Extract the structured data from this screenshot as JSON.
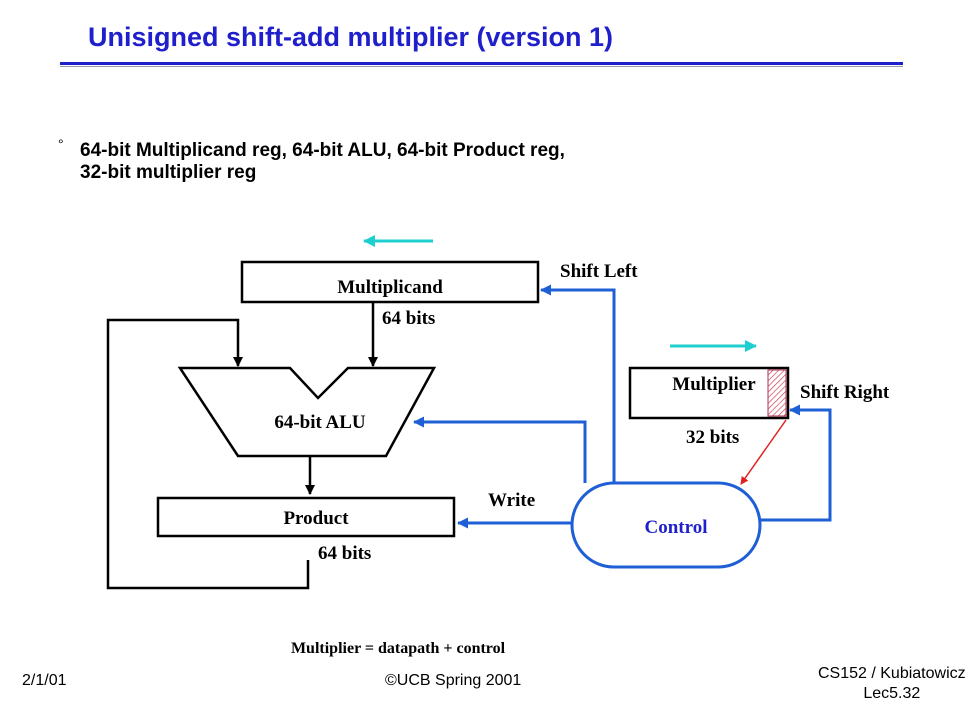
{
  "title": "Unisigned shift-add multiplier (version 1)",
  "bullet": {
    "mark": "°",
    "line1": "64-bit Multiplicand reg, 64-bit ALU, 64-bit Product reg,",
    "line2": "32-bit multiplier reg"
  },
  "diagram": {
    "multiplicand_label": "Multiplicand",
    "multiplicand_width": "64 bits",
    "alu_label": "64-bit ALU",
    "product_label": "Product",
    "product_width": "64 bits",
    "multiplier_label": "Multiplier",
    "multiplier_width": "32 bits",
    "control_label": "Control",
    "shift_left": "Shift Left",
    "shift_right": "Shift Right",
    "write": "Write",
    "caption": "Multiplier = datapath + control"
  },
  "colors": {
    "title": "#1f1fcc",
    "control_path": "#1f5fd6",
    "shift_arrow": "#1fcfcf",
    "lsb_link": "#e02020"
  },
  "footer": {
    "date": "2/1/01",
    "copyright": "©UCB Spring 2001",
    "course_line1": "CS152 / Kubiatowicz",
    "course_line2": "Lec5.32"
  }
}
